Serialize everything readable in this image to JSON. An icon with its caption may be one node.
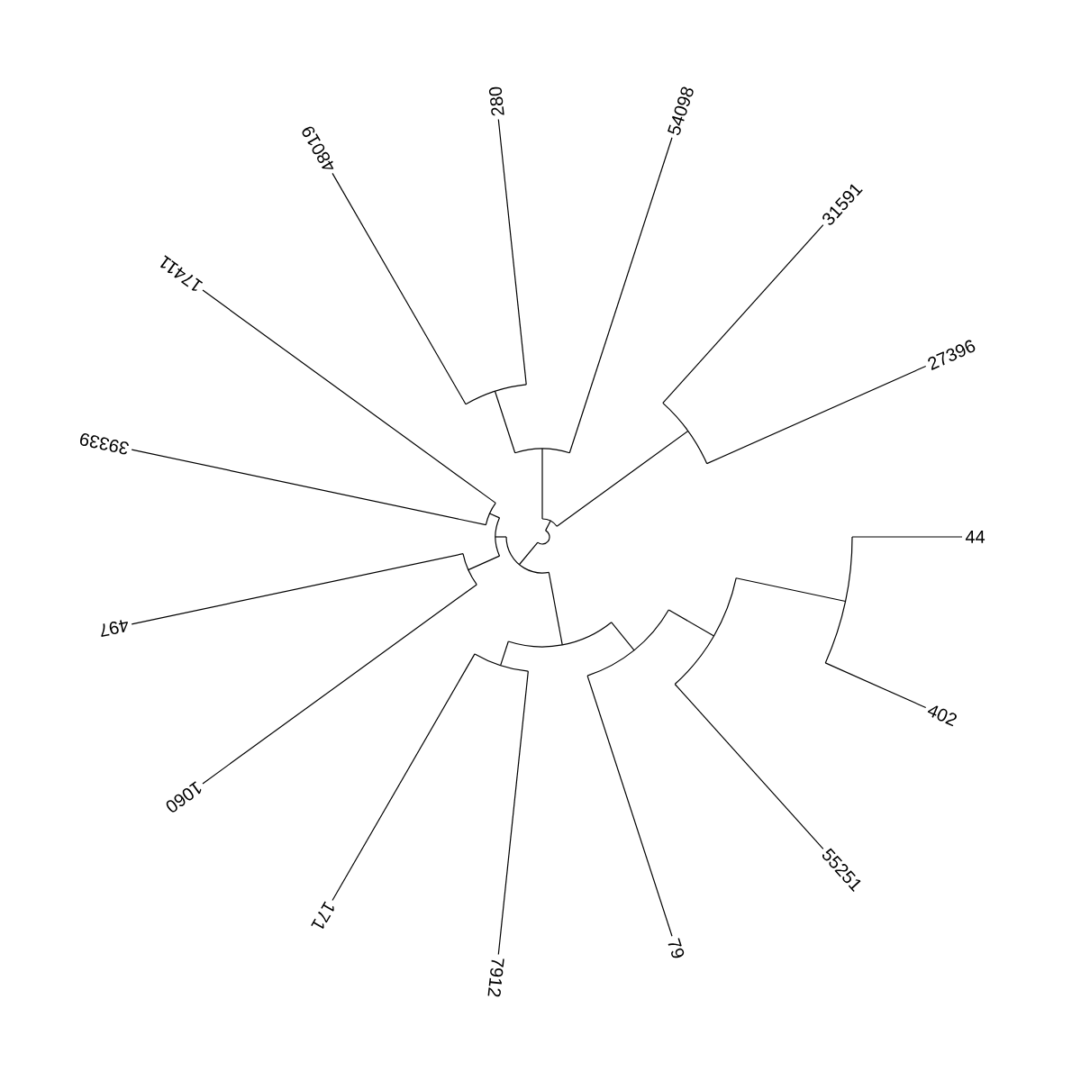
{
  "diagram": {
    "labels": [
      "280",
      "54098",
      "31591",
      "27396",
      "44",
      "402",
      "55251",
      "79",
      "7912",
      "171",
      "1060",
      "497",
      "39339",
      "17411",
      "48019"
    ]
  }
}
